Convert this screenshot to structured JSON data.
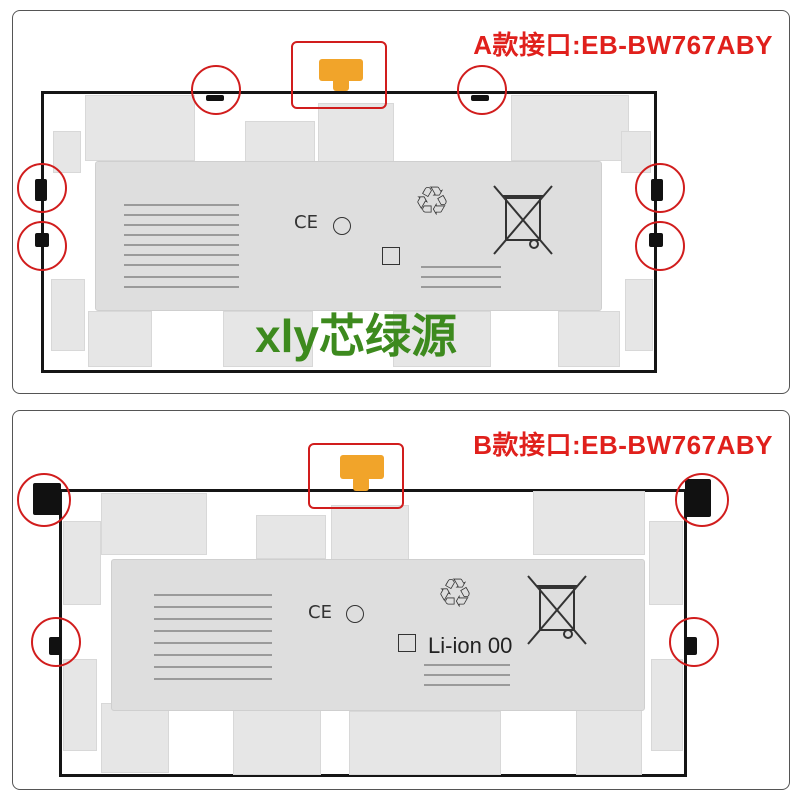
{
  "panels": [
    {
      "title": "A款接口:EB-BW767ABY",
      "battery_text": ""
    },
    {
      "title": "B款接口:EB-BW767ABY",
      "battery_text": "Li-ion 00"
    }
  ],
  "watermark": "xly芯绿源",
  "marks": {
    "ce": "CE",
    "recycle": "♲"
  },
  "colors": {
    "highlight": "#d11d1d",
    "watermark": "#3d8a1e",
    "flex_cable": "#f1a42a"
  },
  "icons": [
    "recycle-icon",
    "crossed-bin-icon",
    "ce-mark-icon",
    "kc-mark-icon",
    "flex-connector-icon"
  ]
}
